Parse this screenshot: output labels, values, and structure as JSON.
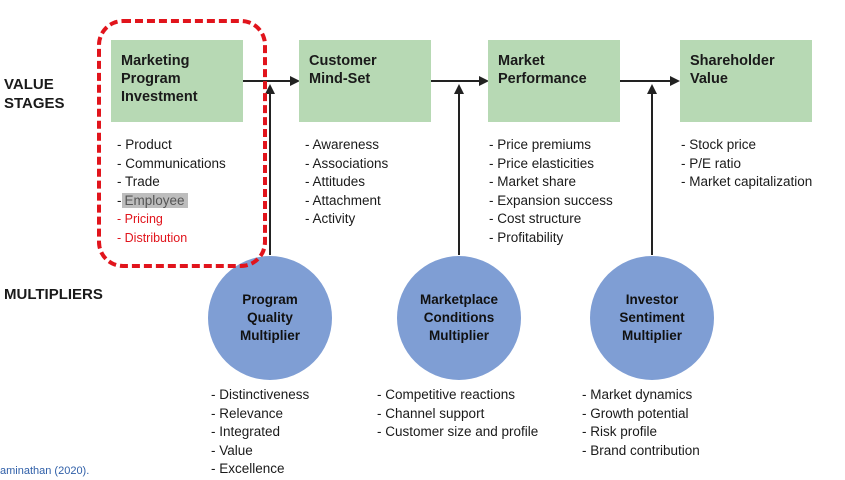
{
  "labels": {
    "value_stages": [
      "VALUE",
      "STAGES"
    ],
    "multipliers": "MULTIPLIERS"
  },
  "stages": [
    {
      "title": [
        "Marketing",
        "Program",
        "Investment"
      ]
    },
    {
      "title": [
        "Customer",
        "Mind-Set"
      ]
    },
    {
      "title": [
        "Market",
        "Performance"
      ]
    },
    {
      "title": [
        "Shareholder",
        "Value"
      ]
    }
  ],
  "stage_lists": {
    "investment": [
      "- Product",
      "- Communications",
      "- Trade"
    ],
    "investment_highlight": "Employee",
    "investment_red": [
      "- Pricing",
      "- Distribution"
    ],
    "mindset": [
      "- Awareness",
      "- Associations",
      "- Attitudes",
      "- Attachment",
      "- Activity"
    ],
    "performance": [
      "- Price premiums",
      "- Price elasticities",
      "- Market share",
      "- Expansion success",
      "- Cost structure",
      "- Profitability"
    ],
    "shareholder": [
      "- Stock price",
      "- P/E ratio",
      "- Market capitalization"
    ]
  },
  "multipliers": [
    {
      "title": [
        "Program",
        "Quality",
        "Multiplier"
      ]
    },
    {
      "title": [
        "Marketplace",
        "Conditions",
        "Multiplier"
      ]
    },
    {
      "title": [
        "Investor",
        "Sentiment",
        "Multiplier"
      ]
    }
  ],
  "multiplier_lists": {
    "program": [
      "- Distinctiveness",
      "- Relevance",
      "- Integrated",
      "- Value",
      "- Excellence"
    ],
    "marketplace": [
      "- Competitive reactions",
      "- Channel support",
      "- Customer size and profile"
    ],
    "investor": [
      "- Market dynamics",
      "- Growth potential",
      "- Risk profile",
      "- Brand contribution"
    ]
  },
  "caption": "aminathan (2020).",
  "colors": {
    "stage_fill": "#b7d9b4",
    "circle_fill": "#7f9ed4",
    "highlight_red": "#e1141c"
  }
}
